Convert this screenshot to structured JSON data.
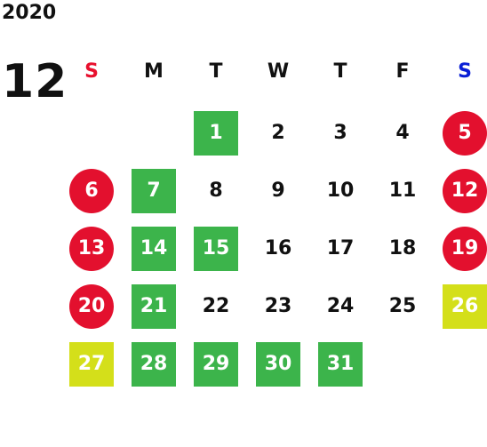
{
  "calendar": {
    "year": "2020",
    "month": "12",
    "weekdays": [
      {
        "label": "S",
        "color": "#e8102e"
      },
      {
        "label": "M",
        "color": "#111111"
      },
      {
        "label": "T",
        "color": "#111111"
      },
      {
        "label": "W",
        "color": "#111111"
      },
      {
        "label": "T",
        "color": "#111111"
      },
      {
        "label": "F",
        "color": "#111111"
      },
      {
        "label": "S",
        "color": "#0a1fd6"
      }
    ],
    "colors": {
      "green": "#3cb44b",
      "red": "#e3102e",
      "yellow": "#d4df1a",
      "plain": "#111111"
    },
    "days": [
      {
        "label": "1",
        "style": "green"
      },
      {
        "label": "2",
        "style": "plain"
      },
      {
        "label": "3",
        "style": "plain"
      },
      {
        "label": "4",
        "style": "plain"
      },
      {
        "label": "5",
        "style": "red"
      },
      {
        "label": "6",
        "style": "red"
      },
      {
        "label": "7",
        "style": "green"
      },
      {
        "label": "8",
        "style": "plain"
      },
      {
        "label": "9",
        "style": "plain"
      },
      {
        "label": "10",
        "style": "plain"
      },
      {
        "label": "11",
        "style": "plain"
      },
      {
        "label": "12",
        "style": "red"
      },
      {
        "label": "13",
        "style": "red"
      },
      {
        "label": "14",
        "style": "green"
      },
      {
        "label": "15",
        "style": "green"
      },
      {
        "label": "16",
        "style": "plain"
      },
      {
        "label": "17",
        "style": "plain"
      },
      {
        "label": "18",
        "style": "plain"
      },
      {
        "label": "19",
        "style": "red"
      },
      {
        "label": "20",
        "style": "red"
      },
      {
        "label": "21",
        "style": "green"
      },
      {
        "label": "22",
        "style": "plain"
      },
      {
        "label": "23",
        "style": "plain"
      },
      {
        "label": "24",
        "style": "plain"
      },
      {
        "label": "25",
        "style": "plain"
      },
      {
        "label": "26",
        "style": "yellow"
      },
      {
        "label": "27",
        "style": "yellow"
      },
      {
        "label": "28",
        "style": "green"
      },
      {
        "label": "29",
        "style": "green"
      },
      {
        "label": "30",
        "style": "green"
      },
      {
        "label": "31",
        "style": "green"
      }
    ]
  }
}
